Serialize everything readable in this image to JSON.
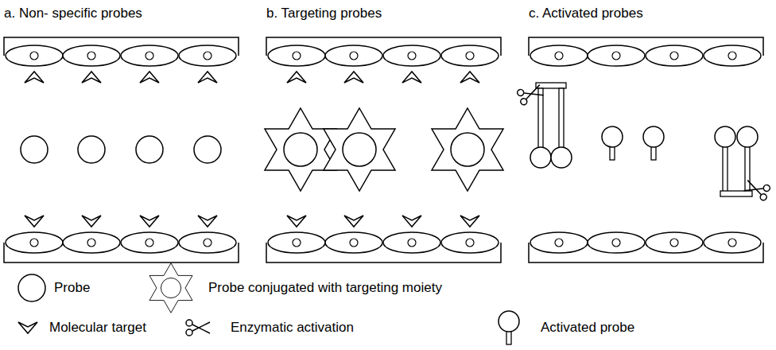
{
  "diagram": {
    "labels": [
      "a. Non- specific probes",
      "b. Targeting probes",
      "c. Activated probes"
    ],
    "legend": [
      {
        "text": "Probe"
      },
      {
        "text": "Probe conjugated with targeting moiety"
      },
      {
        "text": "Molecular target"
      },
      {
        "text": "Enzymatic activation"
      },
      {
        "text": "Activated probe"
      }
    ]
  }
}
